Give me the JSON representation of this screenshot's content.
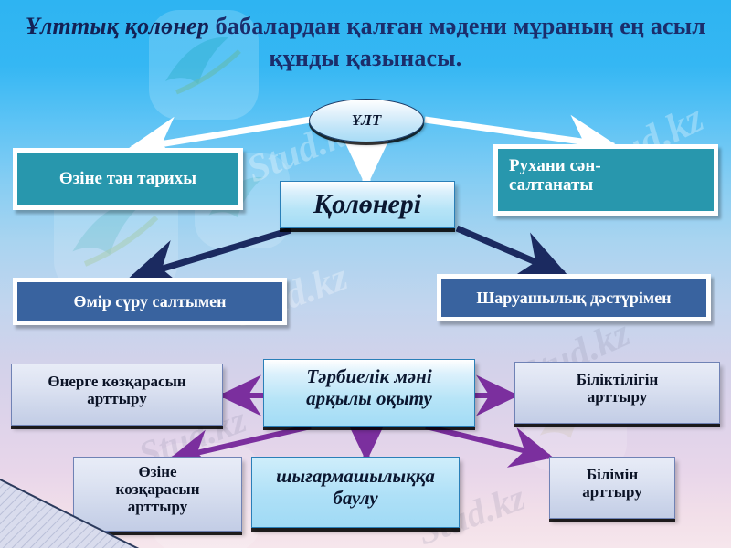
{
  "slide": {
    "title": {
      "emphasis": "Ұлттық қолөнер",
      "rest": " бабалардан қалған мәдени мұраның ең асыл құнды қазынасы."
    },
    "watermarks": [
      "Stud.kz",
      "Stud.kz",
      "Stud.kz",
      "Stud.kz",
      "Stud.kz"
    ],
    "colors": {
      "background_top": "#2eb4f2",
      "background_bottom": "#f6e6ec",
      "title_text": "#1b2d6b",
      "teal_node": "#2897ad",
      "steel_node": "#39639f",
      "lavender_node": "#ccd5ea",
      "lightblue_node": "#b6e4f7",
      "arrow_white": "#ffffff",
      "arrow_navy": "#1b2a60",
      "arrow_purple": "#7b2f9e"
    }
  },
  "nodes": {
    "root": {
      "label": "ҰЛТ"
    },
    "left_history": {
      "label": "Өзіне тән тарихы"
    },
    "right_spiritual": {
      "line1": "Рухани сән-",
      "line2": "салтанаты"
    },
    "center_craft": {
      "label": "Қолөнері"
    },
    "life_way": {
      "label": "Өмір сүру салтымен"
    },
    "household": {
      "label": "Шаруашылық дәстүрімен"
    },
    "upbringing": {
      "line1": "Тәрбиелік мәні",
      "line2": "арқылы  оқыту"
    },
    "art_view": {
      "line1": "Өнерге көзқарасын",
      "line2": "арттыру"
    },
    "competence": {
      "line1": "Біліктілігін",
      "line2": "арттыру"
    },
    "self_view": {
      "line1": "Өзіне",
      "line2": "көзқарасын",
      "line3": "арттыру"
    },
    "creativity": {
      "line1": "шығармашылыққа",
      "line2": "баулу"
    },
    "knowledge": {
      "line1": "Білімін",
      "line2": "арттыру"
    }
  }
}
